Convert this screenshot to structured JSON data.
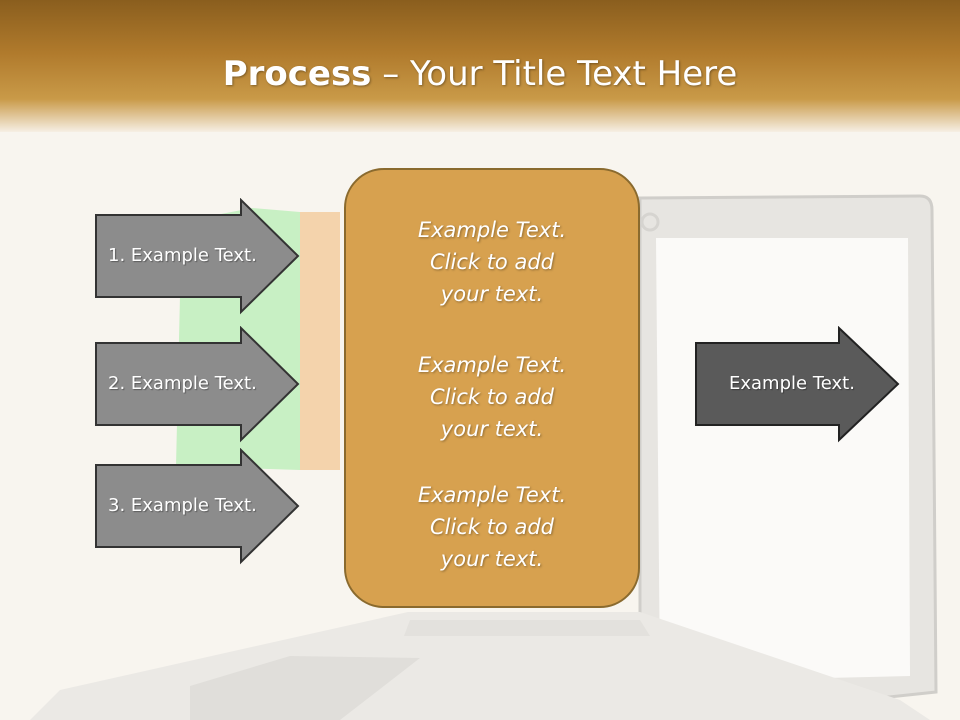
{
  "header": {
    "title_bold": "Process",
    "title_rest": " – Your Title Text Here"
  },
  "steps": [
    {
      "label": "1. Example Text."
    },
    {
      "label": "2. Example Text."
    },
    {
      "label": "3. Example Text."
    }
  ],
  "center_box": {
    "paragraphs": [
      {
        "lines": [
          "Example Text.",
          "Click  to add",
          "your text."
        ]
      },
      {
        "lines": [
          "Example Text.",
          "Click  to add",
          "your text."
        ]
      },
      {
        "lines": [
          "Example Text.",
          "Click  to add",
          "your text."
        ]
      }
    ]
  },
  "output_arrow": {
    "label": "Example Text."
  },
  "colors": {
    "header_brown": "#a06f26",
    "center_box_fill": "#d7a14f",
    "step_arrow_fill": "#8c8c8c",
    "output_arrow_fill": "#5a5a5a"
  }
}
